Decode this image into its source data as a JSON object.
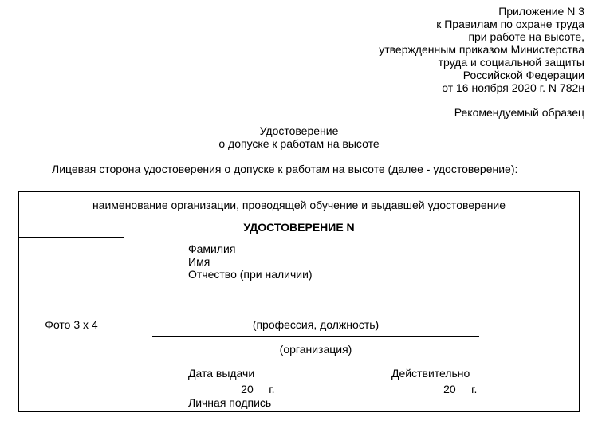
{
  "colors": {
    "background": "#ffffff",
    "text": "#000000",
    "border": "#000000"
  },
  "header": {
    "appendix_lines": [
      "Приложение N 3",
      "к Правилам по охране труда",
      "при работе на высоте,",
      "утвержденным приказом Министерства",
      "труда и социальной защиты",
      "Российской Федерации",
      "от 16 ноября 2020 г. N 782н"
    ],
    "recommended_sample": "Рекомендуемый образец"
  },
  "title": {
    "line1": "Удостоверение",
    "line2": "о допуске к работам на высоте"
  },
  "intro_text": "Лицевая сторона удостоверения о допуске к работам на высоте (далее - удостоверение):",
  "card": {
    "org_caption": "наименование организации, проводящей обучение и выдавшей удостоверение",
    "certificate_title": "УДОСТОВЕРЕНИЕ N",
    "photo_label": "Фото 3 х 4",
    "fields": {
      "surname": "Фамилия",
      "name": "Имя",
      "patronymic": "Отчество (при наличии)"
    },
    "profession_caption": "(профессия, должность)",
    "organization_caption": "(организация)",
    "issue_date_label": "Дата выдачи",
    "valid_label": "Действительно",
    "issue_date_blank": "________ 20__ г.",
    "valid_blank": "__ ______ 20__ г.",
    "signature_label": "Личная подпись"
  }
}
